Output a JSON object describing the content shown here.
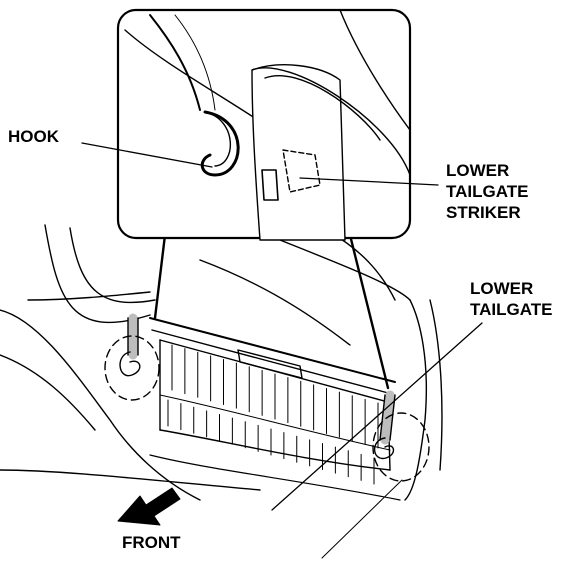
{
  "colors": {
    "ink": "#000000",
    "paper": "#ffffff",
    "light_fill": "#bdbdbd"
  },
  "labels": {
    "hook": "HOOK",
    "lower_tailgate_striker": [
      "LOWER",
      "TAILGATE",
      "STRIKER"
    ],
    "lower_tailgate": [
      "LOWER",
      "TAILGATE"
    ],
    "front": "FRONT"
  }
}
